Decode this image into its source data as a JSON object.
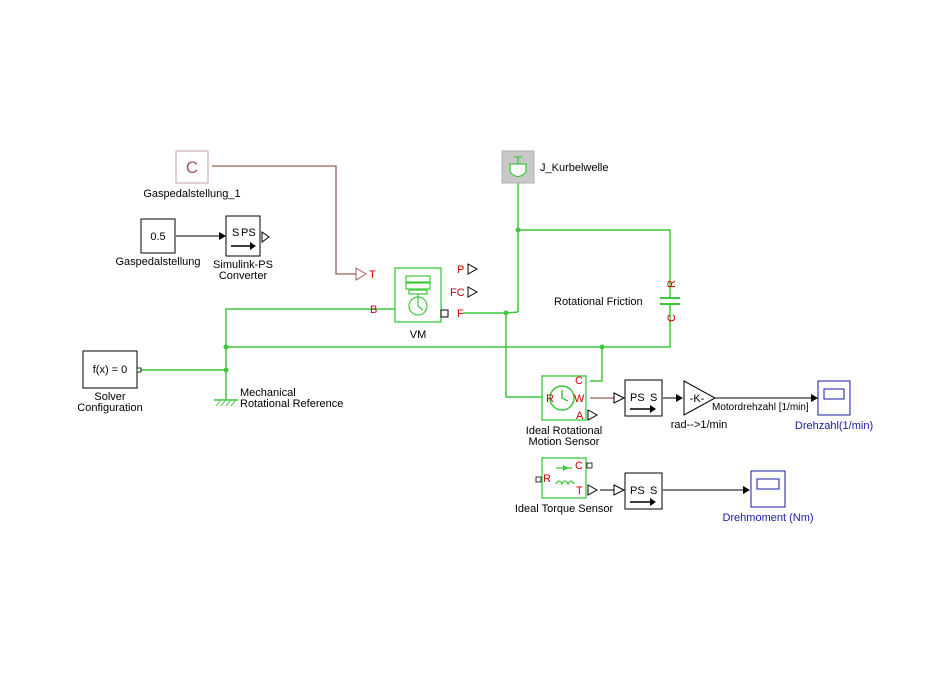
{
  "colors": {
    "physical_line": "#3cc83c",
    "signal_line": "#000000",
    "input_line": "#9a5c5c",
    "port_label": "#d40000",
    "scope_label": "#1a1aa8"
  },
  "blocks": {
    "gaspedal_input": {
      "glyph": "C",
      "label": "Gaspedalstellung_1"
    },
    "constant": {
      "value": "0.5",
      "label": "Gaspedalstellung"
    },
    "simulink_ps_converter": {
      "in_port": "S",
      "out_port": "PS",
      "label_line1": "Simulink-PS",
      "label_line2": "Converter"
    },
    "inertia": {
      "label": "J_Kurbelwelle"
    },
    "engine": {
      "label": "VM",
      "port_t": "T",
      "port_b": "B",
      "port_f": "F",
      "port_p": "P",
      "port_fc": "FC"
    },
    "friction": {
      "label": "Rotational Friction",
      "port_r": "R",
      "port_c": "C"
    },
    "solver": {
      "expression": "f(x) = 0",
      "label_line1": "Solver",
      "label_line2": "Configuration"
    },
    "reference": {
      "label_line1": "Mechanical",
      "label_line2": "Rotational Reference"
    },
    "motion_sensor": {
      "label_line1": "Ideal Rotational",
      "label_line2": "Motion Sensor",
      "port_c": "C",
      "port_r": "R",
      "port_w": "W",
      "port_a": "A"
    },
    "ps_converter_1": {
      "in_port": "PS",
      "out_port": "S"
    },
    "gain": {
      "value": "-K-",
      "label": "rad-->1/min"
    },
    "signal_label": "Motordrehzahl [1/min]",
    "scope_speed": {
      "label": "Drehzahl(1/min)"
    },
    "torque_sensor": {
      "label": "Ideal Torque Sensor",
      "port_r": "R",
      "port_c": "C",
      "port_t": "T"
    },
    "ps_converter_2": {
      "in_port": "PS",
      "out_port": "S"
    },
    "scope_torque": {
      "label": "Drehmoment (Nm)"
    }
  }
}
